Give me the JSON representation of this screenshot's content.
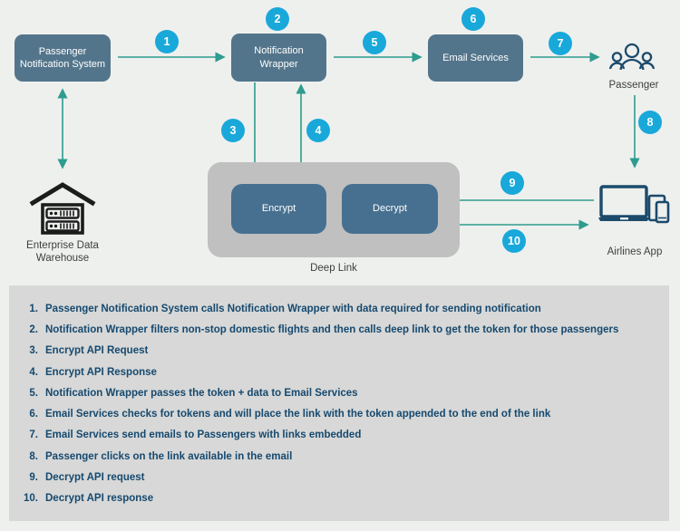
{
  "colors": {
    "page_bg": "#EEF0EE",
    "panel_bg": "#D7D8D7",
    "node_fill": "#53758B",
    "inner_node_fill": "#477090",
    "container_fill": "#C0C0C0",
    "step_circle": "#19A8DA",
    "arrow": "#2E9C8E",
    "device_icon": "#1B4A6B",
    "warehouse_icon": "#1C1C1C",
    "list_text": "#16496F",
    "label_text": "#3E3E3E",
    "node_text": "#FFFFFF"
  },
  "nodes": {
    "pns": "Passenger Notification System",
    "wrapper": "Notification Wrapper",
    "email": "Email Services",
    "encrypt": "Encrypt",
    "decrypt": "Decrypt"
  },
  "labels": {
    "deep_link": "Deep Link",
    "passenger": "Passenger",
    "airlines_app": "Airlines App",
    "warehouse": "Enterprise Data Warehouse"
  },
  "icons": {
    "passenger": "people-group-icon",
    "airlines_app": "devices-laptop-tablet-phone-icon",
    "warehouse": "data-warehouse-house-servers-icon"
  },
  "steps": [
    "1",
    "2",
    "3",
    "4",
    "5",
    "6",
    "7",
    "8",
    "9",
    "10"
  ],
  "legend": [
    {
      "num": "1.",
      "text": "Passenger Notification System calls Notification Wrapper with data required for sending notification"
    },
    {
      "num": "2.",
      "text": "Notification Wrapper filters non-stop domestic flights and then calls deep link to get the token for those passengers"
    },
    {
      "num": "3.",
      "text": "Encrypt API Request"
    },
    {
      "num": "4.",
      "text": "Encrypt API Response"
    },
    {
      "num": "5.",
      "text": "Notification Wrapper passes the token + data to Email Services"
    },
    {
      "num": "6.",
      "text": "Email Services checks for tokens and will place the link with the token appended to the end of the link"
    },
    {
      "num": "7.",
      "text": "Email Services send emails to Passengers with links embedded"
    },
    {
      "num": "8.",
      "text": "Passenger clicks on the link available in the email"
    },
    {
      "num": "9.",
      "text": "Decrypt API request"
    },
    {
      "num": "10.",
      "text": "Decrypt API response"
    }
  ]
}
